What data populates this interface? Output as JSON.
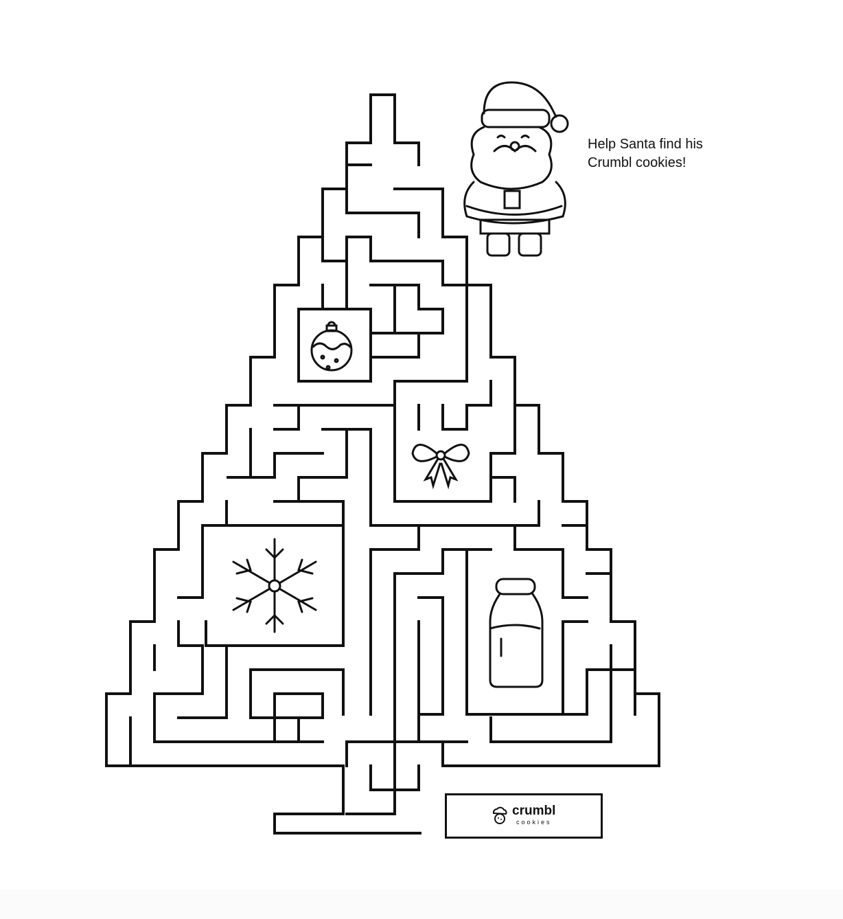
{
  "instructions": {
    "line1": "Help Santa find his",
    "line2": "Crumbl cookies!"
  },
  "logo": {
    "brand": "crumbl",
    "sub": "cookies"
  },
  "icons": [
    "santa-icon",
    "ornament-icon",
    "bow-icon",
    "snowflake-icon",
    "milk-bottle-icon",
    "chef-cookie-logo-icon"
  ],
  "colors": {
    "ink": "#111111",
    "background": "#ffffff"
  }
}
